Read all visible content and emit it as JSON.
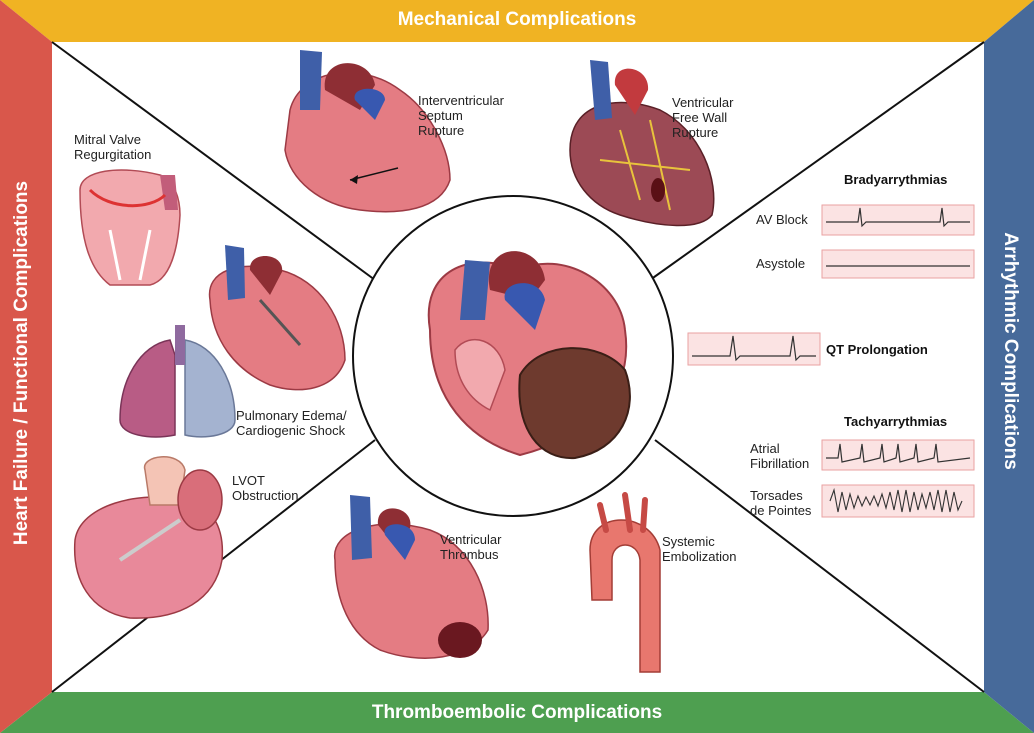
{
  "banners": {
    "top": "Mechanical Complications",
    "bottom": "Thromboembolic Complications",
    "left": "Heart Failure / Functional Complications",
    "right": "Arrhythmic Complications"
  },
  "colors": {
    "mechanical": "#F0B323",
    "thromboembolic": "#4E9F50",
    "heart_failure": "#D9574B",
    "arrhythmic": "#476A9A"
  },
  "mechanical": {
    "septum_rupture": [
      "Interventricular",
      "Septum",
      "Rupture"
    ],
    "free_wall_rupture": [
      "Ventricular",
      "Free Wall",
      "Rupture"
    ]
  },
  "heart_failure": {
    "mitral": [
      "Mitral Valve",
      "Regurgitation"
    ],
    "edema": [
      "Pulmonary Edema/",
      "Cardiogenic Shock"
    ],
    "lvot": [
      "LVOT",
      "Obstruction"
    ]
  },
  "thromboembolic": {
    "thrombus": [
      "Ventricular",
      "Thrombus"
    ],
    "embolization": [
      "Systemic",
      "Embolization"
    ]
  },
  "arrhythmic": {
    "brady_heading": "Bradyarrythmias",
    "av_block": "AV Block",
    "asystole": "Asystole",
    "qt": "QT Prolongation",
    "tachy_heading": "Tachyarrythmias",
    "afib": [
      "Atrial",
      "Fibrillation"
    ],
    "torsades": [
      "Torsades",
      "de Pointes"
    ]
  }
}
